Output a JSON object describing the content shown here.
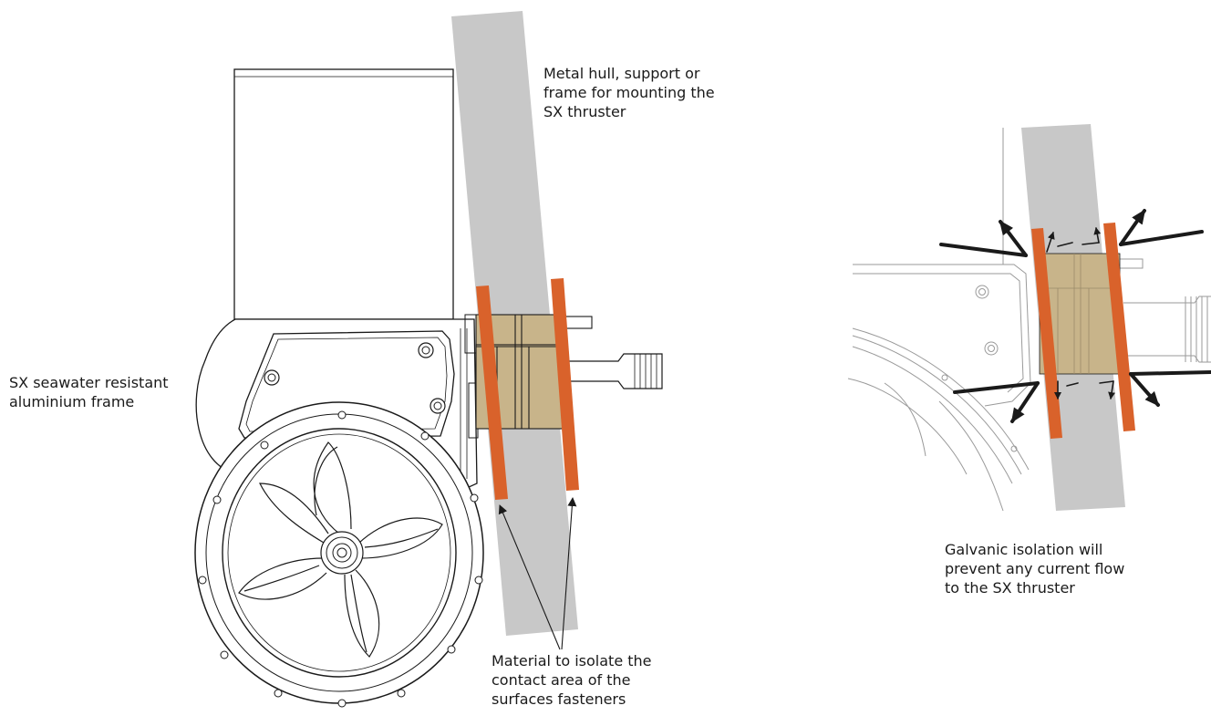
{
  "labels": {
    "hull": "Metal hull, support or\nframe for mounting the\nSX thruster",
    "frame": "SX seawater resistant\naluminium frame",
    "material": "Material to isolate the\ncontact area of the\nsurfaces fasteners",
    "galvanic": "Galvanic isolation will\nprevent any current flow\nto the SX thruster"
  },
  "colors": {
    "hull": "#c8c8c8",
    "isolation": "#d9622b",
    "flange": "#c8b48a",
    "line": "#1a1a1a",
    "background": "#ffffff"
  }
}
